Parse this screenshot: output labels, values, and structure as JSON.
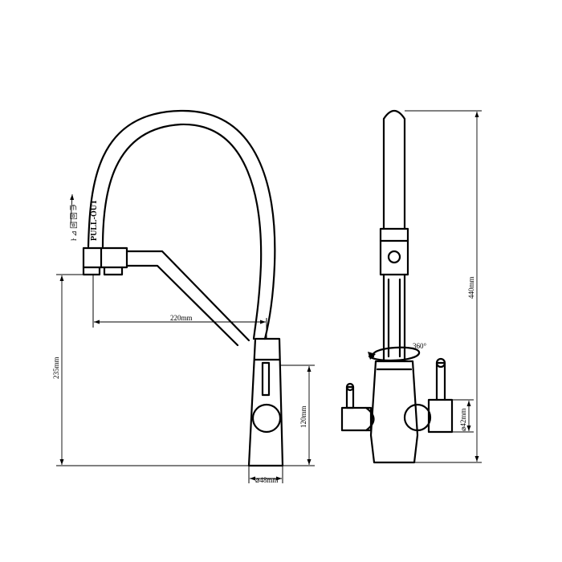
{
  "side_view": {
    "pull_out_label": "PULL-OUT",
    "pull_out_symbols": "ŀ ⊿ 回 回 ⋽",
    "spout_reach": "220mm",
    "total_height": "235mm",
    "handle_height": "120mm",
    "base_diameter": "⌀48mm"
  },
  "front_view": {
    "total_height": "440mm",
    "rotation": "360°",
    "body_diameter": "⌀42mm"
  }
}
